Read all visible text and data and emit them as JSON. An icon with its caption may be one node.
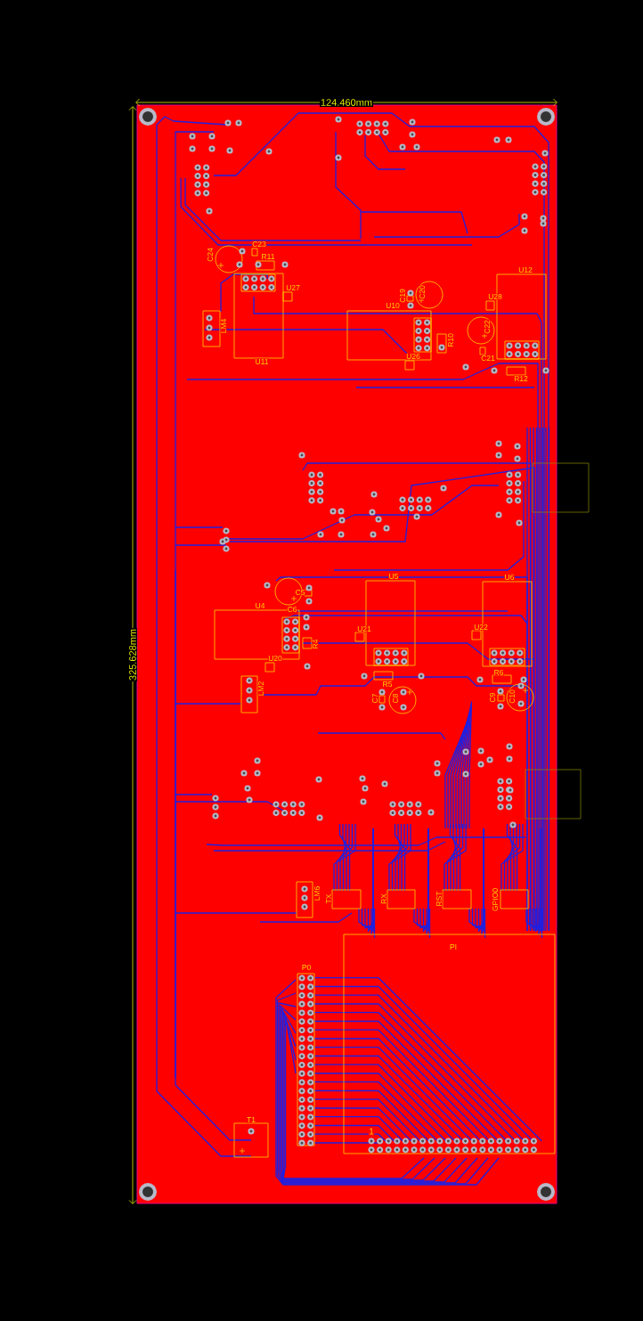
{
  "diagram": {
    "labels": [
      "124.460mm",
      "325.628mm",
      "C24",
      "C23",
      "R11",
      "U27",
      "LM4",
      "U11",
      "C19",
      "C20",
      "U10",
      "U28",
      "U12",
      "C22",
      "R10",
      "U26",
      "C21",
      "R12",
      "C5",
      "U5",
      "U6",
      "U4",
      "C6",
      "U21",
      "U22",
      "R4",
      "U20",
      "R5",
      "R6",
      "LM2",
      "C7",
      "C8",
      "C9",
      "C10",
      "LM6",
      "TX",
      "RX",
      "RST",
      "GPIO0",
      "PI",
      "P0",
      "1",
      "T1"
    ]
  }
}
